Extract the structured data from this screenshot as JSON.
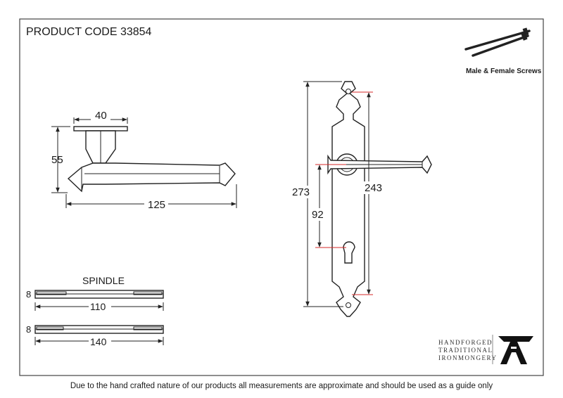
{
  "product_code": "PRODUCT CODE 33854",
  "screws_label": "Male & Female Screws",
  "handle_dimensions": {
    "width": "40",
    "projection": "55",
    "length": "125"
  },
  "backplate_dimensions": {
    "height": "273",
    "fixing_centres": "243",
    "handle_to_cylinder": "92"
  },
  "spindle": {
    "title": "SPINDLE",
    "items": [
      {
        "thickness": "8",
        "length": "110"
      },
      {
        "thickness": "8",
        "length": "140"
      }
    ]
  },
  "brand": {
    "line1": "HANDFORGED",
    "line2": "TRADITIONAL",
    "line3": "IRONMONGERY"
  },
  "disclaimer": "Due to the hand crafted nature of our products all measurements are approximate and should be used as a guide only"
}
